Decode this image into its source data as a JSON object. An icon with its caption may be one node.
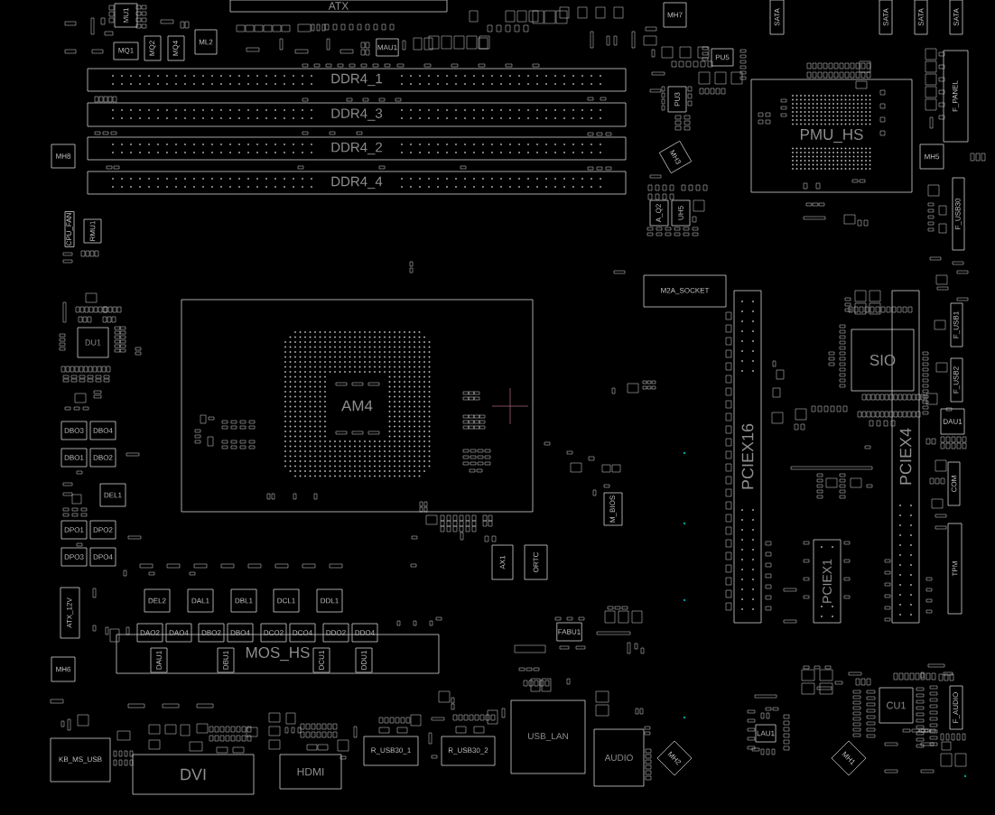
{
  "diagram": {
    "nodes": [
      {
        "text": [
          "ATX"
        ]
      },
      {
        "text": [
          "MU1"
        ]
      },
      {
        "text": [
          "MQ1"
        ]
      },
      {
        "text": [
          "MQ2"
        ]
      },
      {
        "text": [
          "MQ4"
        ]
      },
      {
        "text": [
          "ML2"
        ]
      },
      {
        "text": [
          "MAU1"
        ]
      },
      {
        "text": [
          "MH7"
        ]
      },
      {
        "text": [
          "SATA"
        ]
      },
      {
        "text": [
          "SATA"
        ]
      },
      {
        "text": [
          "SATA"
        ]
      },
      {
        "text": [
          "SATA"
        ]
      },
      {
        "text": [
          "PU5"
        ]
      },
      {
        "text": [
          "DDR4_1"
        ]
      },
      {
        "text": [
          "DDR4_3"
        ]
      },
      {
        "text": [
          "DDR4_2"
        ]
      },
      {
        "text": [
          "DDR4_4"
        ]
      },
      {
        "text": [
          "PU3"
        ]
      },
      {
        "text": [
          "PMU_HS"
        ]
      },
      {
        "text": [
          "F_PANEL"
        ]
      },
      {
        "text": [
          "MH8"
        ]
      },
      {
        "text": [
          "MH3"
        ]
      },
      {
        "text": [
          "MH5"
        ]
      },
      {
        "text": [
          "A_Q2"
        ]
      },
      {
        "text": [
          "UH5"
        ]
      },
      {
        "text": [
          "CPU_FAN"
        ]
      },
      {
        "text": [
          "RMU1"
        ]
      },
      {
        "text": [
          "F_USB30"
        ]
      },
      {
        "text": [
          "M2A_SOCKET"
        ]
      },
      {
        "text": [
          "AM4"
        ]
      },
      {
        "text": [
          "PCIEX16"
        ]
      },
      {
        "text": [
          "PCIEX4"
        ]
      },
      {
        "text": [
          "F_USB1"
        ]
      },
      {
        "text": [
          "DU1"
        ]
      },
      {
        "text": [
          "SIO"
        ]
      },
      {
        "text": [
          "F_USB2"
        ]
      },
      {
        "text": [
          "DBO3"
        ]
      },
      {
        "text": [
          "DBO4"
        ]
      },
      {
        "text": [
          "DAU1"
        ]
      },
      {
        "text": [
          "DBO1"
        ]
      },
      {
        "text": [
          "DBO2"
        ]
      },
      {
        "text": [
          "COM"
        ]
      },
      {
        "text": [
          "DEL1"
        ]
      },
      {
        "text": [
          "M_BIOS"
        ]
      },
      {
        "text": [
          "DPO1"
        ]
      },
      {
        "text": [
          "DPO2"
        ]
      },
      {
        "text": [
          "TPM"
        ]
      },
      {
        "text": [
          "PCIEX1"
        ]
      },
      {
        "text": [
          "AX1"
        ]
      },
      {
        "text": [
          "ORTC"
        ]
      },
      {
        "text": [
          "DPO3"
        ]
      },
      {
        "text": [
          "DPO4"
        ]
      },
      {
        "text": [
          "ATX_12V"
        ]
      },
      {
        "text": [
          "DEL2"
        ]
      },
      {
        "text": [
          "DAL1"
        ]
      },
      {
        "text": [
          "DBL1"
        ]
      },
      {
        "text": [
          "DCL1"
        ]
      },
      {
        "text": [
          "DDL1"
        ]
      },
      {
        "text": [
          "FABU1"
        ]
      },
      {
        "text": [
          "DAO2"
        ]
      },
      {
        "text": [
          "DAO4"
        ]
      },
      {
        "text": [
          "DBO2"
        ]
      },
      {
        "text": [
          "DBO4"
        ]
      },
      {
        "text": [
          "DCO2"
        ]
      },
      {
        "text": [
          "DCO4"
        ]
      },
      {
        "text": [
          "DDO2"
        ]
      },
      {
        "text": [
          "DDO4"
        ]
      },
      {
        "text": [
          "MOS_HS"
        ]
      },
      {
        "text": [
          "DAU1"
        ],
        "in": 67
      },
      {
        "text": [
          "DBU1"
        ],
        "in": 67
      },
      {
        "text": [
          "DCU1"
        ],
        "in": 67
      },
      {
        "text": [
          "DDU1"
        ],
        "in": 67
      },
      {
        "text": [
          "MH6"
        ]
      },
      {
        "text": [
          "USB_LAN"
        ]
      },
      {
        "text": [
          "CU1"
        ]
      },
      {
        "text": [
          "F_AUDIO"
        ]
      },
      {
        "text": [
          "LAU1"
        ]
      },
      {
        "text": [
          "R_USB30_1"
        ]
      },
      {
        "text": [
          "R_USB30_2"
        ]
      },
      {
        "text": [
          "AUDIO"
        ]
      },
      {
        "text": [
          "KB_MS_USB"
        ]
      },
      {
        "text": [
          "MH2"
        ]
      },
      {
        "text": [
          "MH1"
        ]
      },
      {
        "text": [
          "DVI"
        ]
      },
      {
        "text": [
          "HDMI"
        ]
      }
    ]
  }
}
